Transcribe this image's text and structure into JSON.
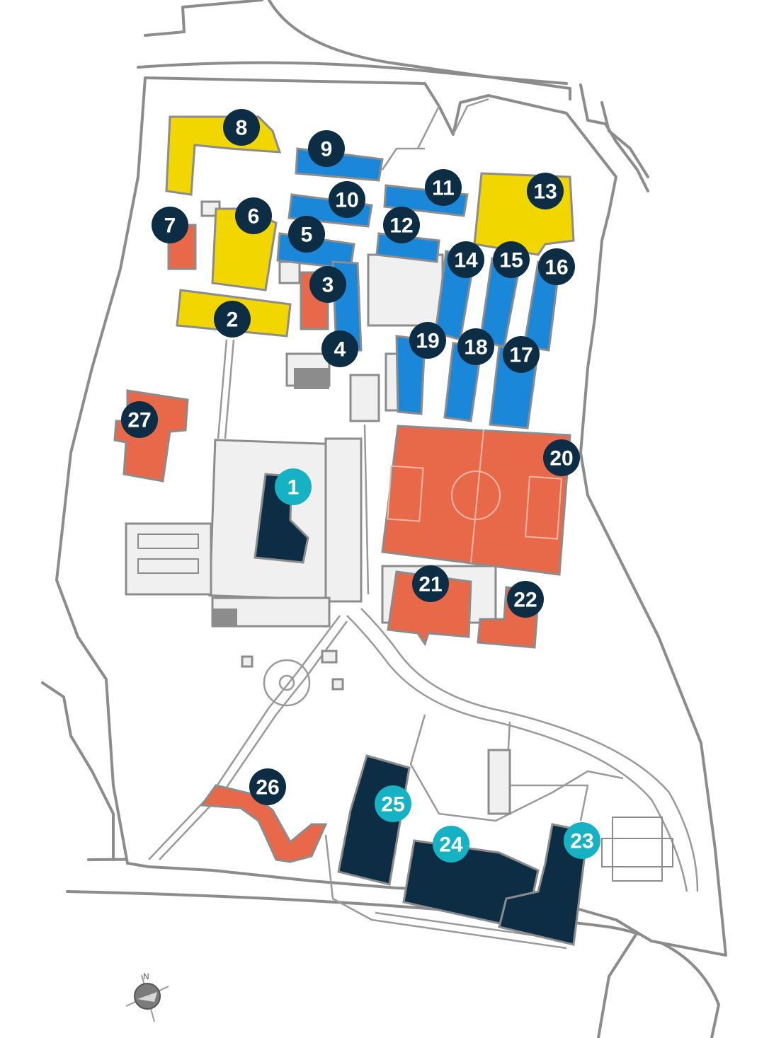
{
  "map": {
    "markers": [
      {
        "label": "1",
        "style": "teal"
      },
      {
        "label": "2",
        "style": "navy"
      },
      {
        "label": "3",
        "style": "navy"
      },
      {
        "label": "4",
        "style": "navy"
      },
      {
        "label": "5",
        "style": "navy"
      },
      {
        "label": "6",
        "style": "navy"
      },
      {
        "label": "7",
        "style": "navy"
      },
      {
        "label": "8",
        "style": "navy"
      },
      {
        "label": "9",
        "style": "navy"
      },
      {
        "label": "10",
        "style": "navy"
      },
      {
        "label": "11",
        "style": "navy"
      },
      {
        "label": "12",
        "style": "navy"
      },
      {
        "label": "13",
        "style": "navy"
      },
      {
        "label": "14",
        "style": "navy"
      },
      {
        "label": "15",
        "style": "navy"
      },
      {
        "label": "16",
        "style": "navy"
      },
      {
        "label": "17",
        "style": "navy"
      },
      {
        "label": "18",
        "style": "navy"
      },
      {
        "label": "19",
        "style": "navy"
      },
      {
        "label": "20",
        "style": "navy"
      },
      {
        "label": "21",
        "style": "navy"
      },
      {
        "label": "22",
        "style": "navy"
      },
      {
        "label": "23",
        "style": "teal"
      },
      {
        "label": "24",
        "style": "teal"
      },
      {
        "label": "25",
        "style": "teal"
      },
      {
        "label": "26",
        "style": "navy"
      },
      {
        "label": "27",
        "style": "navy"
      }
    ],
    "compass": {
      "label": "N",
      "icon": "compass-icon"
    },
    "colors": {
      "navy_marker": "#0c2d44",
      "teal_marker": "#16b2c4",
      "yellow_building": "#f2d600",
      "blue_building": "#1a87d8",
      "orange_building": "#e8694a",
      "navy_building": "#0c2d44",
      "outline": "#8c8c8c"
    }
  }
}
